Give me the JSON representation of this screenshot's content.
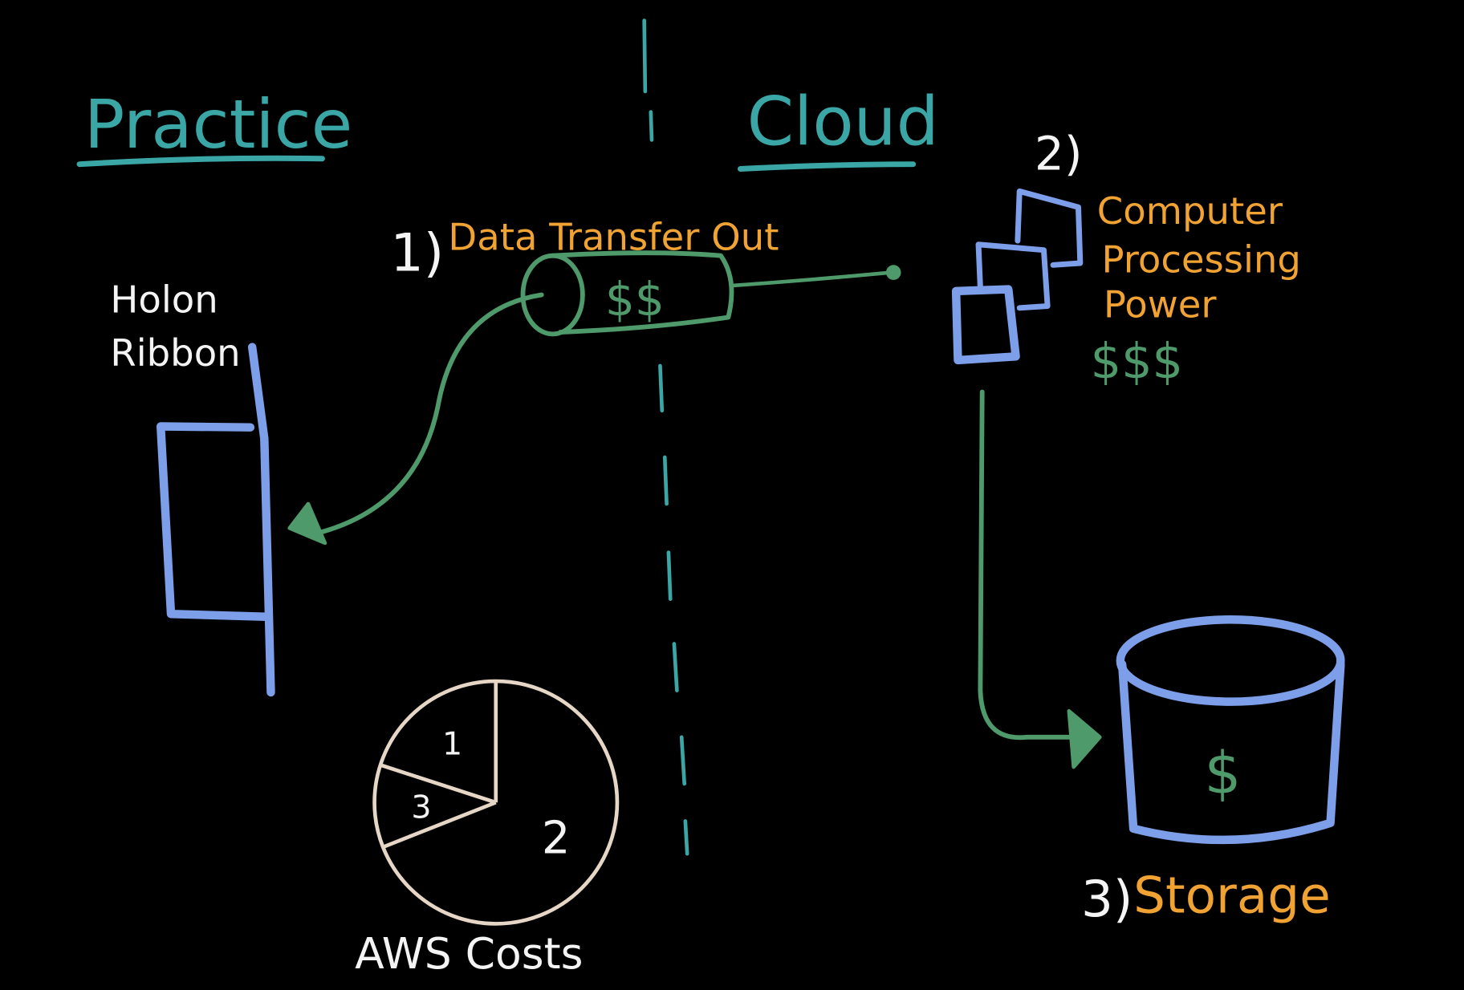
{
  "colors": {
    "background": "#000000",
    "teal": "#3aa6a6",
    "blue": "#7d9ee8",
    "green": "#4f9a6b",
    "orange": "#f0a232",
    "white": "#f4f4f4",
    "pie": "#e6d6c6"
  },
  "left_section": {
    "title": "Practice",
    "ribbon_label_line1": "Holon",
    "ribbon_label_line2": "Ribbon"
  },
  "right_section": {
    "title": "Cloud"
  },
  "cost_items": [
    {
      "number": "1)",
      "label": "Data Transfer Out",
      "cost": "$$"
    },
    {
      "number": "2)",
      "label_lines": [
        "Computer",
        "Processing",
        "Power"
      ],
      "cost": "$$$"
    },
    {
      "number": "3)",
      "label": "Storage",
      "cost": "$"
    }
  ],
  "pie": {
    "title": "AWS Costs",
    "slices": [
      {
        "label": "1",
        "share": 0.2
      },
      {
        "label": "3",
        "share": 0.11
      },
      {
        "label": "2",
        "share": 0.69
      }
    ]
  }
}
